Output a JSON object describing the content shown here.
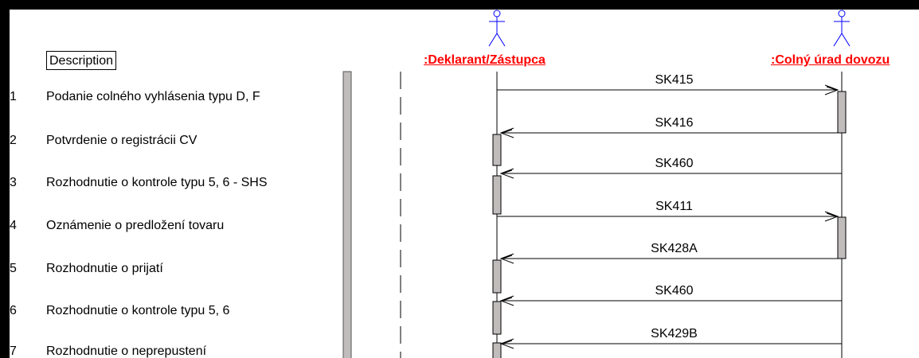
{
  "header": {
    "description_label": "Description"
  },
  "colors": {
    "actor_name": "#ff0000",
    "actor_figure": "#0000ff",
    "activation": "#c0bcbc",
    "scrollbar": "#c0bcbc"
  },
  "actors": [
    {
      "name": ":Deklarant/Zástupca",
      "icon": "stick-figure-icon"
    },
    {
      "name": ":Colný úrad dovozu",
      "icon": "stick-figure-icon"
    }
  ],
  "rows": [
    {
      "num": "1",
      "text": "Podanie colného vyhlásenia typu D, F"
    },
    {
      "num": "2",
      "text": "Potvrdenie o registrácii CV"
    },
    {
      "num": "3",
      "text": "Rozhodnutie o kontrole typu 5, 6 - SHS"
    },
    {
      "num": "4",
      "text": "Oznámenie o predložení tovaru"
    },
    {
      "num": "5",
      "text": "Rozhodnutie o prijatí"
    },
    {
      "num": "6",
      "text": "Rozhodnutie o kontrole typu 5, 6"
    },
    {
      "num": "7",
      "text": "Rozhodnutie o neprepustení"
    }
  ],
  "messages": [
    {
      "label": "SK415",
      "from": 0,
      "to": 1
    },
    {
      "label": "SK416",
      "from": 1,
      "to": 0
    },
    {
      "label": "SK460",
      "from": 1,
      "to": 0
    },
    {
      "label": "SK411",
      "from": 0,
      "to": 1
    },
    {
      "label": "SK428A",
      "from": 1,
      "to": 0
    },
    {
      "label": "SK460",
      "from": 1,
      "to": 0
    },
    {
      "label": "SK429B",
      "from": 1,
      "to": 0
    }
  ]
}
